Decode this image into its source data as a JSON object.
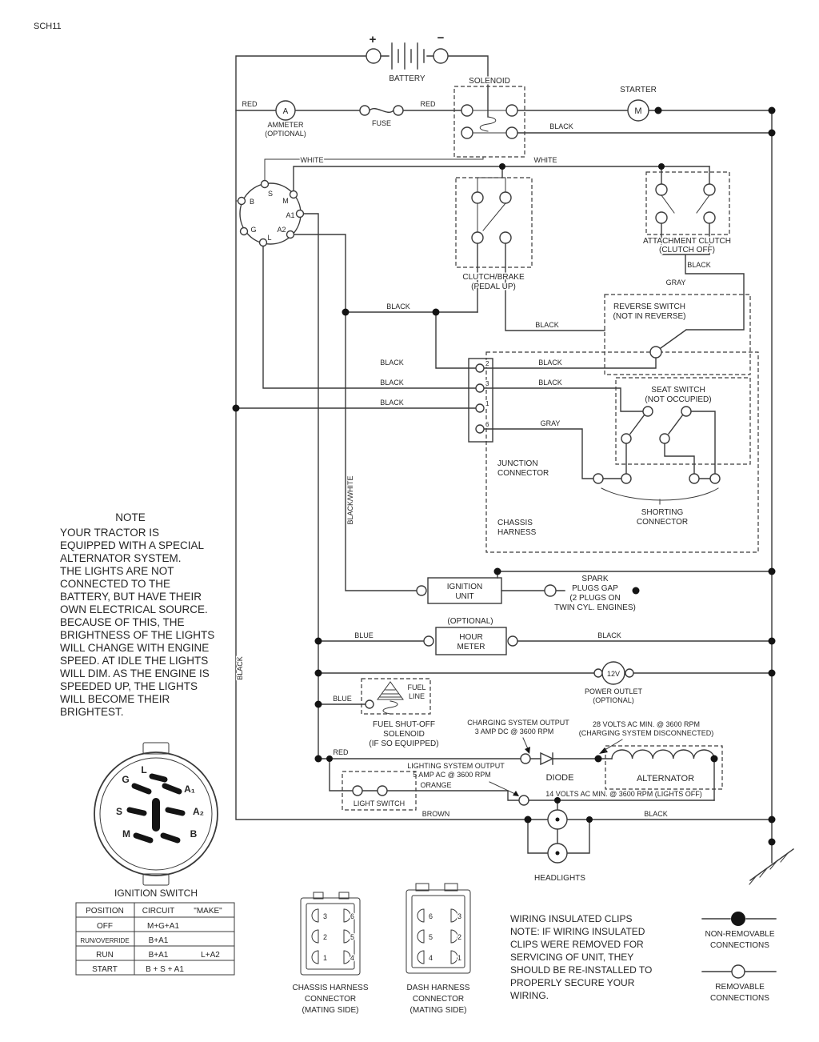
{
  "ink": "#2b2b2b",
  "sheet_id": "SCH11",
  "battery": {
    "plus": "+",
    "minus": "−",
    "label": "BATTERY"
  },
  "ammeter": {
    "symbol": "A",
    "line1": "AMMETER",
    "line2": "(OPTIONAL)"
  },
  "fuse": {
    "label": "FUSE"
  },
  "solenoid": {
    "label": "SOLENOID"
  },
  "starter": {
    "label": "STARTER",
    "symbol": "M"
  },
  "ignition_switch_schematic": {
    "terminals": {
      "b": "B",
      "s": "S",
      "m": "M",
      "a1": "A1",
      "g": "G",
      "l": "L",
      "a2": "A2"
    }
  },
  "clutch_brake": {
    "line1": "CLUTCH/BRAKE",
    "line2": "(PEDAL UP)"
  },
  "attachment_clutch": {
    "line1": "ATTACHMENT CLUTCH",
    "line2": "(CLUTCH OFF)"
  },
  "reverse_switch": {
    "line1": "REVERSE SWITCH",
    "line2": "(NOT IN REVERSE)"
  },
  "seat_switch": {
    "line1": "SEAT SWITCH",
    "line2": "(NOT OCCUPIED)"
  },
  "junction_connector": {
    "line1": "JUNCTION",
    "line2": "CONNECTOR",
    "pins": [
      "2",
      "3",
      "1",
      "6"
    ]
  },
  "shorting_connector": {
    "line1": "SHORTING",
    "line2": "CONNECTOR"
  },
  "chassis_harness": {
    "line1": "CHASSIS",
    "line2": "HARNESS"
  },
  "ignition_unit": {
    "line1": "IGNITION",
    "line2": "UNIT"
  },
  "spark_plugs": {
    "line1": "SPARK",
    "line2": "PLUGS GAP",
    "line3": "(2 PLUGS ON",
    "line4": "TWIN CYL. ENGINES)"
  },
  "hour_meter": {
    "optional": "(OPTIONAL)",
    "line1": "HOUR",
    "line2": "METER"
  },
  "fuel": {
    "line1": "FUEL",
    "line2": "LINE",
    "shutoff1": "FUEL SHUT-OFF",
    "shutoff2": "SOLENOID",
    "shutoff3": "(IF SO EQUIPPED)"
  },
  "charging_output": {
    "line1": "CHARGING SYSTEM OUTPUT",
    "line2": "3 AMP DC @ 3600 RPM"
  },
  "volts28": {
    "line1": "28 VOLTS AC MIN. @ 3600 RPM",
    "line2": "(CHARGING SYSTEM DISCONNECTED)"
  },
  "lighting_output": {
    "line1": "LIGHTING SYSTEM OUTPUT",
    "line2": "5 AMP AC @ 3600 RPM"
  },
  "volts14": "14 VOLTS AC MIN. @ 3600 RPM (LIGHTS OFF)",
  "diode": "DIODE",
  "alternator": "ALTERNATOR",
  "light_switch": "LIGHT SWITCH",
  "power_outlet": {
    "symbol": "12V",
    "line1": "POWER OUTLET",
    "line2": "(OPTIONAL)"
  },
  "headlights": "HEADLIGHTS",
  "wire_labels": {
    "red_left": "RED",
    "red_right": "RED",
    "black_starter": "BLACK",
    "white_left": "WHITE",
    "white_right": "WHITE",
    "black_attachment": "BLACK",
    "gray_attachment": "GRAY",
    "black_mid": "BLACK",
    "black_clutch_out": "BLACK",
    "black_j2_left": "BLACK",
    "black_j3_left": "BLACK",
    "black_j1_left": "BLACK",
    "black_j2_right": "BLACK",
    "black_j3_right": "BLACK",
    "gray_j6": "GRAY",
    "black_white_vertical": "BLACK/WHITE",
    "blue_hour": "BLUE",
    "black_hour": "BLACK",
    "blue_fuel": "BLUE",
    "red_light": "RED",
    "orange": "ORANGE",
    "brown": "BROWN",
    "black_headlight": "BLACK",
    "black_left_bus": "BLACK"
  },
  "note": {
    "title": "NOTE",
    "lines": [
      "YOUR TRACTOR IS",
      "EQUIPPED WITH A SPECIAL",
      "ALTERNATOR SYSTEM.",
      "THE LIGHTS ARE NOT",
      "CONNECTED TO THE",
      "BATTERY, BUT HAVE THEIR",
      "OWN ELECTRICAL SOURCE.",
      "BECAUSE OF THIS, THE",
      "BRIGHTNESS OF THE LIGHTS",
      "WILL CHANGE WITH ENGINE",
      "SPEED. AT IDLE THE LIGHTS",
      "WILL DIM. AS THE ENGINE IS",
      "SPEEDED UP, THE LIGHTS",
      "WILL BECOME THEIR",
      "BRIGHTEST."
    ]
  },
  "ignition_switch_detail": {
    "label": "IGNITION SWITCH",
    "terminals": {
      "g": "G",
      "l": "L",
      "a1": "A₁",
      "s": "S",
      "a2": "A₂",
      "m": "M",
      "b": "B"
    }
  },
  "position_table": {
    "headers": [
      "POSITION",
      "CIRCUIT",
      "\"MAKE\""
    ],
    "rows": [
      [
        "OFF",
        "M+G+A1",
        ""
      ],
      [
        "RUN/OVERRIDE",
        "B+A1",
        ""
      ],
      [
        "RUN",
        "B+A1",
        "L+A2"
      ],
      [
        "START",
        "B + S + A1",
        ""
      ]
    ]
  },
  "chassis_connector": {
    "line1": "CHASSIS HARNESS",
    "line2": "CONNECTOR",
    "line3": "(MATING SIDE)",
    "pins": [
      "3",
      "6",
      "2",
      "5",
      "1",
      "4"
    ]
  },
  "dash_connector": {
    "line1": "DASH HARNESS",
    "line2": "CONNECTOR",
    "line3": "(MATING SIDE)",
    "pins": [
      "6",
      "3",
      "5",
      "2",
      "4",
      "1"
    ]
  },
  "clips_note": {
    "lines": [
      "WIRING INSULATED CLIPS",
      "NOTE: IF WIRING INSULATED",
      "CLIPS WERE REMOVED FOR",
      "SERVICING OF UNIT, THEY",
      "SHOULD BE RE-INSTALLED TO",
      "PROPERLY SECURE YOUR",
      "WIRING."
    ]
  },
  "legend": {
    "non_removable": {
      "line1": "NON-REMOVABLE",
      "line2": "CONNECTIONS"
    },
    "removable": {
      "line1": "REMOVABLE",
      "line2": "CONNECTIONS"
    }
  }
}
